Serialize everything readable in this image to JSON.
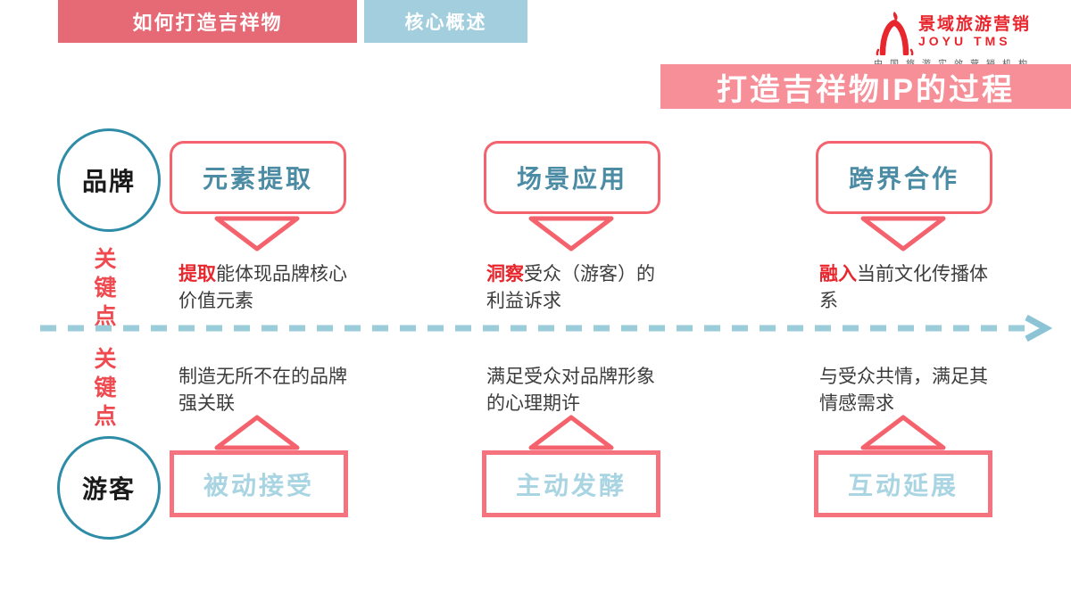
{
  "tabs": [
    {
      "label": "如何打造吉祥物"
    },
    {
      "label": "核心概述"
    }
  ],
  "logo": {
    "icon": "flame-arch-icon",
    "name": "景域旅游营销",
    "sub": "JOYU TMS",
    "tagline": "中国旅游实效营销机构"
  },
  "title": "打造吉祥物IP的过程",
  "actors": {
    "top": "品牌",
    "bottom": "游客"
  },
  "keypoints": {
    "top": "关键点",
    "bottom": "关键点"
  },
  "columns": [
    {
      "brand_stage": "元素提取",
      "brand_note_highlight": "提取",
      "brand_note_rest": "能体现品牌核心价值元素",
      "visitor_note": "制造无所不在的品牌强关联",
      "visitor_stage": "被动接受"
    },
    {
      "brand_stage": "场景应用",
      "brand_note_highlight": "洞察",
      "brand_note_rest": "受众（游客）的利益诉求",
      "visitor_note": "满足受众对品牌形象的心理期许",
      "visitor_stage": "主动发酵"
    },
    {
      "brand_stage": "跨界合作",
      "brand_note_highlight": "融入",
      "brand_note_rest": "当前文化传播体系",
      "visitor_note": "与受众共情，满足其情感需求",
      "visitor_stage": "互动延展"
    }
  ],
  "colors": {
    "tab_red": "#e66a75",
    "tab_blue": "#a2cedd",
    "banner_pink": "#f78f98",
    "stage_border_pink": "#f4626d",
    "stage_text_teal": "#4b8ca4",
    "circle_border_teal": "#2e8ca7",
    "visitor_stage_text_blue": "#a9d4e2",
    "dash_blue": "#9accd9",
    "accent_red": "#e8262d",
    "keypoint_red": "#ee4a50"
  }
}
